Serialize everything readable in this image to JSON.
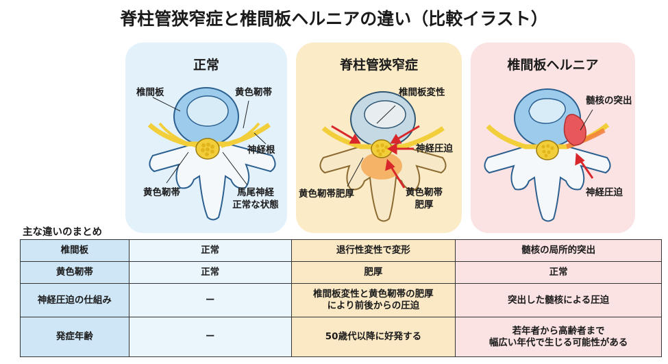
{
  "title": "脊柱管狭窄症と椎間板ヘルニアの違い（比較イラスト）",
  "panels": {
    "normal": {
      "title": "正常",
      "bg_color": "#e3f1fb",
      "labels": {
        "disc": "椎間板",
        "ligament_top": "黄色靭帯",
        "nerve_root": "神経根",
        "ligament_bottom": "黄色靭帯",
        "cauda_line1": "馬尾神経",
        "cauda_line2": "正常な状態"
      }
    },
    "stenosis": {
      "title": "脊柱管狭窄症",
      "bg_color": "#fbebc7",
      "labels": {
        "disc_degeneration": "椎間板変性",
        "nerve_compression": "神経圧迫",
        "ligament_thickening_left": "黄色靭帯肥厚",
        "ligament_thickening_right_line1": "黄色靭帯",
        "ligament_thickening_right_line2": "肥厚"
      }
    },
    "hernia": {
      "title": "椎間板ヘルニア",
      "bg_color": "#fbe3e3",
      "labels": {
        "nucleus_protrusion": "髄核の突出",
        "nerve_compression": "神経圧迫"
      }
    }
  },
  "summary": {
    "heading": "主な違いのまとめ",
    "rows": [
      {
        "label": "椎間板",
        "normal": "正常",
        "stenosis": "退行性変性で変形",
        "hernia": "髄核の局所的突出"
      },
      {
        "label": "黄色靭帯",
        "normal": "正常",
        "stenosis": "肥厚",
        "hernia": "正常"
      },
      {
        "label": "神経圧迫の仕組み",
        "normal": "ー",
        "stenosis_line1": "椎間板変性と黄色靭帯の肥厚",
        "stenosis_line2": "により前後からの圧迫",
        "hernia": "突出した髄核による圧迫"
      },
      {
        "label": "発症年齢",
        "normal": "ー",
        "stenosis": "50歳代以降に好発する",
        "hernia_line1": "若年者から高齢者まで",
        "hernia_line2": "幅広い年代で生じる可能性がある"
      }
    ]
  },
  "colors": {
    "disc_blue": "#9ccbeb",
    "nerve_yellow": "#f2cf3a",
    "arrow_red": "#d9262a",
    "herniation_red": "#e8585a",
    "ligament_orange": "#f3a245"
  }
}
